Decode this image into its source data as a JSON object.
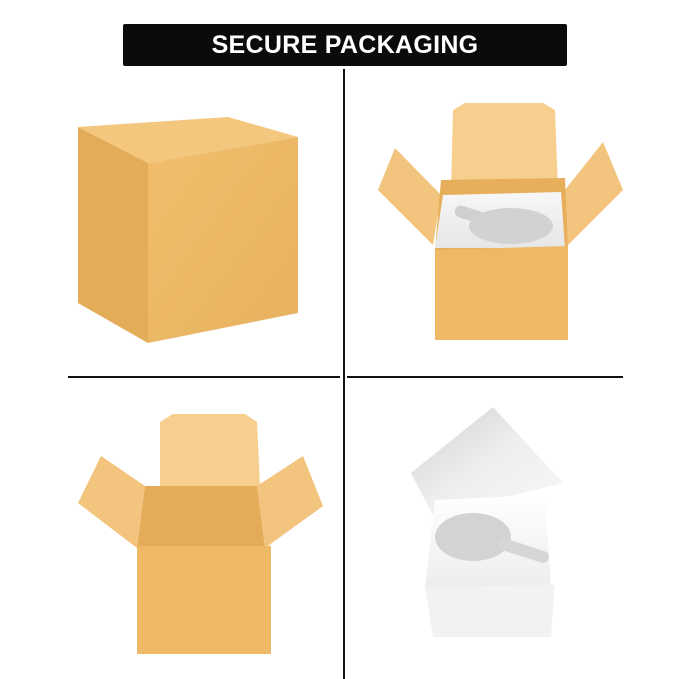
{
  "header": {
    "title": "SECURE PACKAGING"
  },
  "colors": {
    "box_front": "#EDB966",
    "box_side": "#E0A955",
    "box_top": "#F4CB85",
    "flap_inner": "#F6D08F",
    "insert_light": "#FFFFFF",
    "insert_shadow": "#D0D0D0",
    "divider": "#111111",
    "banner": "#0B0B0B"
  },
  "panels": [
    {
      "id": "closed-box"
    },
    {
      "id": "open-box-with-insert"
    },
    {
      "id": "open-empty-box"
    },
    {
      "id": "foam-insert"
    }
  ]
}
